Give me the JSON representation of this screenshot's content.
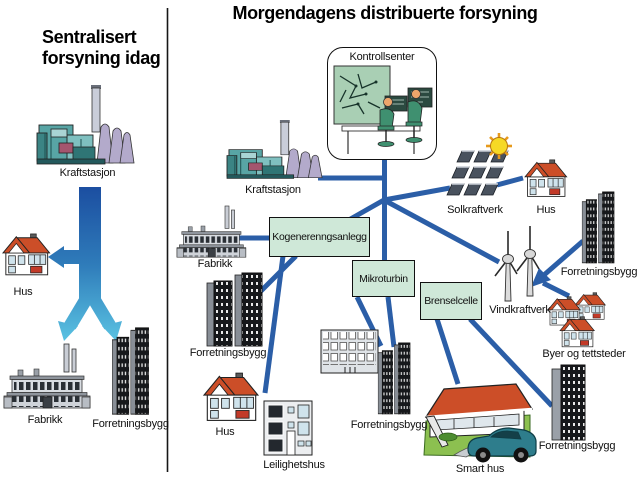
{
  "left_panel": {
    "title_line1": "Sentralisert",
    "title_line2": "forsyning idag",
    "power_station_label": "Kraftstasjon",
    "house_label": "Hus",
    "factory_label": "Fabrikk",
    "office_label": "Forretningsbygg"
  },
  "right_panel": {
    "title": "Morgendagens distribuerte forsyning",
    "control_center_label": "Kontrollsenter",
    "power_station_label": "Kraftstasjon",
    "cogeneration_box_label": "Kogenerenngsanlegg",
    "microturbine_box_label": "Mikroturbin",
    "fuel_cell_box_label": "Brenselcelle",
    "solar_label": "Solkraftverk",
    "house_top_label": "Hus",
    "office_top_right_label": "Forretningsbygg",
    "factory_label": "Fabrikk",
    "office_center_label": "Forretningsbygg",
    "wind_label": "Vindkraftverk",
    "towns_label": "Byer og tettsteder",
    "house_bottom_label": "Hus",
    "apartment_label": "Leilighetshus",
    "office_bottom_label": "Forretningsbygg",
    "smart_house_label": "Smart hus",
    "office_bottom_right_label": "Forretningsbygg"
  },
  "colors": {
    "connection_line": "#2b5ea7",
    "arrow_gradient_top": "#1b4da0",
    "arrow_gradient_bottom": "#5cc6e4",
    "component_box_fill": "#cfe8d8",
    "roof_red": "#cc4e28",
    "plant_teal": "#58a5a5"
  }
}
